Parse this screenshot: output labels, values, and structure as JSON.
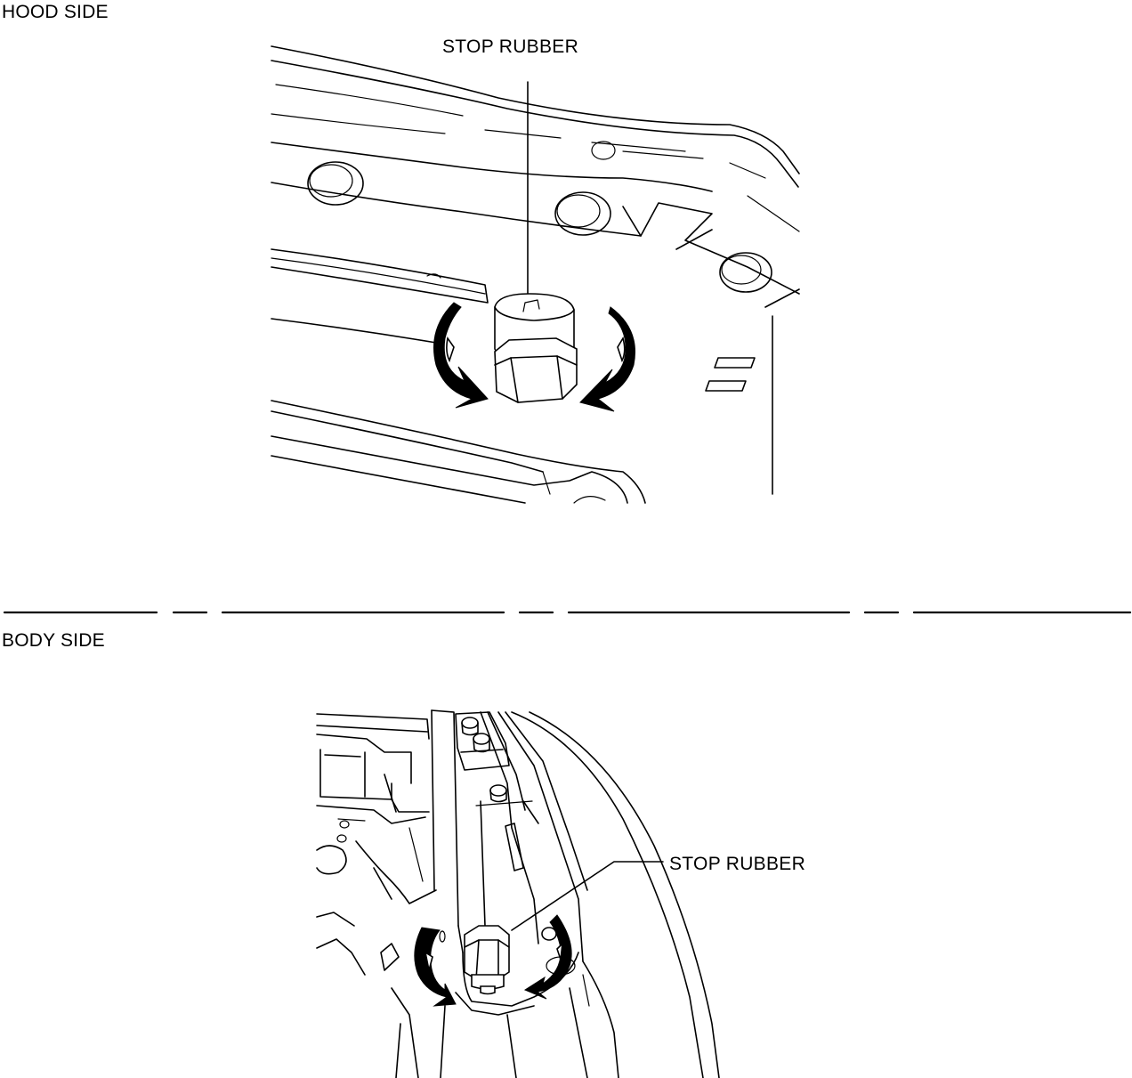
{
  "labels": {
    "hood_side": "HOOD SIDE",
    "body_side": "BODY SIDE",
    "hood_callout": "STOP RUBBER",
    "body_callout": "STOP RUBBER"
  },
  "icons": {
    "hood_arrows": "rotate-arrows-icon",
    "body_arrows": "rotate-arrows-icon"
  }
}
